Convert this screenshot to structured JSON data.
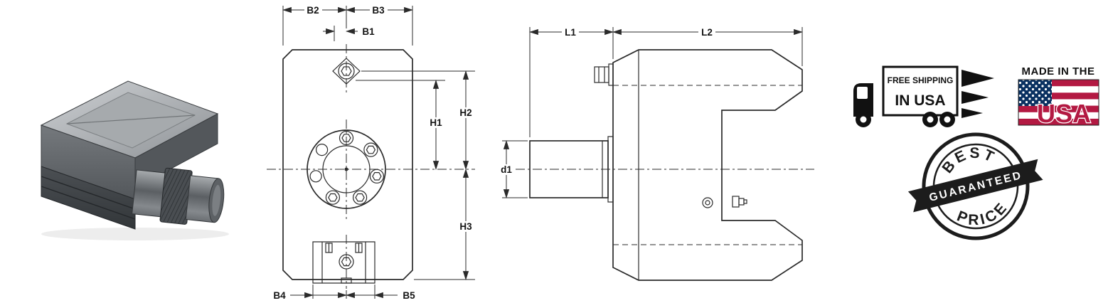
{
  "drawing": {
    "front_view": {
      "labels": {
        "b1": "B1",
        "b2": "B2",
        "b3": "B3",
        "b4": "B4",
        "b5": "B5",
        "h1": "H1",
        "h2": "H2",
        "h3": "H3"
      }
    },
    "side_view": {
      "labels": {
        "l1": "L1",
        "l2": "L2",
        "d1": "d1"
      }
    }
  },
  "badges": {
    "free_shipping": {
      "line1": "FREE SHIPPING",
      "line2": "IN USA",
      "icon": "truck-icon"
    },
    "made_in_usa": {
      "line1": "MADE IN THE",
      "line2": "USA",
      "icon": "us-flag-icon"
    },
    "best_price": {
      "word_top": "BEST",
      "banner": "GUARANTEED",
      "word_bottom": "PRICE",
      "icon": "round-stamp-icon"
    }
  },
  "colors": {
    "line": "#2b2b2b",
    "flag_red": "#b31942",
    "flag_navy": "#0a3161",
    "stamp": "#1c1c1c"
  }
}
